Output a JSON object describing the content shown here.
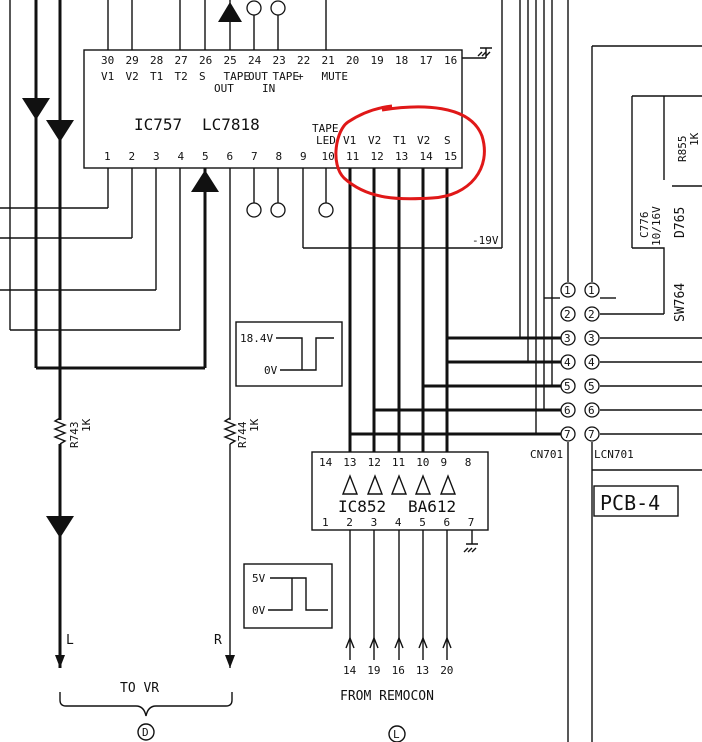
{
  "ic757": {
    "ref": "IC757",
    "part": "LC7818",
    "top_pins": [
      "30",
      "29",
      "28",
      "27",
      "26",
      "25",
      "24",
      "23",
      "22",
      "21",
      "20",
      "19",
      "18",
      "17",
      "16"
    ],
    "top_labels": [
      "V1",
      "V2",
      "T1",
      "T2",
      "S",
      "TAPE",
      "OUT",
      "TAPE",
      "+",
      "MUTE",
      "",
      "",
      "",
      "",
      ""
    ],
    "top_sub": {
      "out": "OUT",
      "in": "IN"
    },
    "bottom_pins": [
      "1",
      "2",
      "3",
      "4",
      "5",
      "6",
      "7",
      "8",
      "9",
      "10",
      "11",
      "12",
      "13",
      "14",
      "15"
    ],
    "bottom_labels": {
      "tape": "TAPE",
      "led": "LED",
      "v1": "V1",
      "v2": "V2",
      "t1": "T1",
      "v2b": "V2",
      "s": "S"
    }
  },
  "ic852": {
    "ref": "IC852",
    "part": "BA612",
    "top_pins": [
      "14",
      "13",
      "12",
      "11",
      "10",
      "9",
      "8"
    ],
    "bottom_pins": [
      "1",
      "2",
      "3",
      "4",
      "5",
      "6",
      "7"
    ]
  },
  "labels": {
    "neg19": "-19V",
    "r743": "R743",
    "r743v": "1K",
    "r744": "R744",
    "r744v": "1K",
    "wave1_hi": "18.4V",
    "wave1_lo": "0V",
    "wave2_hi": "5V",
    "wave2_lo": "0V",
    "L": "L",
    "R": "R",
    "to_vr": "TO VR",
    "d": "D",
    "from_remocon": "FROM REMOCON",
    "l": "L",
    "remocon_pins": [
      "14",
      "19",
      "16",
      "13",
      "20"
    ],
    "cn701": "CN701",
    "lcn701": "LCN701",
    "pcb4": "PCB-4",
    "r855": "R855",
    "r855v": "1K",
    "c776": "C776",
    "c776v": "10/16V",
    "d765": "D765",
    "sw764": "SW764",
    "conn_left": [
      "1",
      "2",
      "3",
      "4",
      "5",
      "6",
      "7"
    ],
    "conn_right": [
      "1",
      "2",
      "3",
      "4",
      "5",
      "6",
      "7"
    ]
  }
}
